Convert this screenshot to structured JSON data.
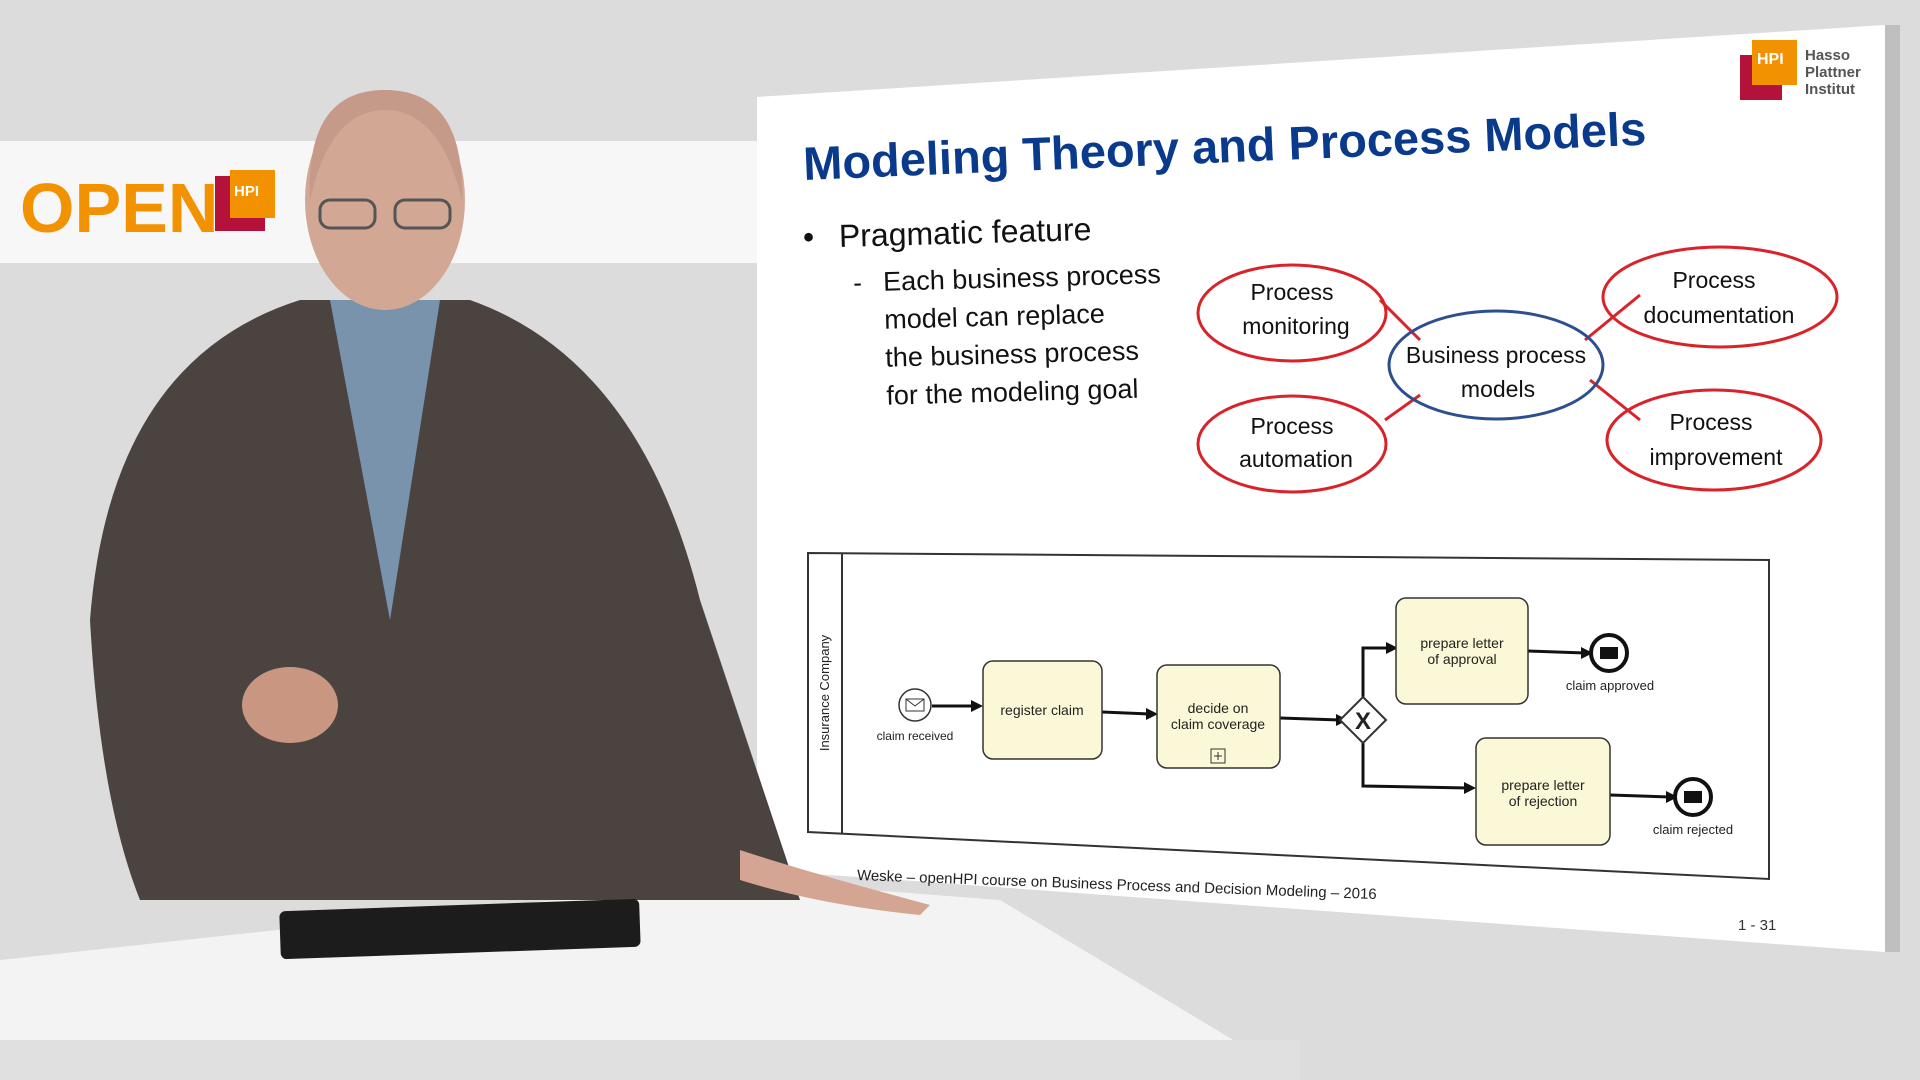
{
  "branding": {
    "open_logo_text": "OPEN",
    "hpi_badge": "HPI",
    "institute_name": [
      "Hasso",
      "Plattner",
      "Institut"
    ]
  },
  "slide": {
    "title": "Modeling Theory and Process Models",
    "bullet": "Pragmatic feature",
    "sub_bullet_dash": "-",
    "sub_bullet_lines": [
      "Each business process",
      "model can replace",
      "the business process",
      "for the modeling goal"
    ],
    "mindmap": {
      "center": [
        "Business process",
        "models"
      ],
      "nodes": [
        [
          "Process",
          "monitoring"
        ],
        [
          "Process",
          "documentation"
        ],
        [
          "Process",
          "automation"
        ],
        [
          "Process",
          "improvement"
        ]
      ],
      "colors": {
        "node": "#d8232a",
        "center": "#2d4f8f"
      }
    },
    "bpmn": {
      "pool_label": "Insurance Company",
      "start_event": "claim received",
      "tasks": {
        "register": [
          "register claim"
        ],
        "decide": [
          "decide on",
          "claim coverage"
        ],
        "approval": [
          "prepare letter",
          "of approval"
        ],
        "rejection": [
          "prepare letter",
          "of rejection"
        ]
      },
      "gateway": "X",
      "end_approved": "claim approved",
      "end_rejected": "claim rejected"
    },
    "footer": "Weske – openHPI  course on Business Process and Decision Modeling – 2016",
    "page_number": "1 - 31",
    "title_color": "#0a3a8c"
  }
}
